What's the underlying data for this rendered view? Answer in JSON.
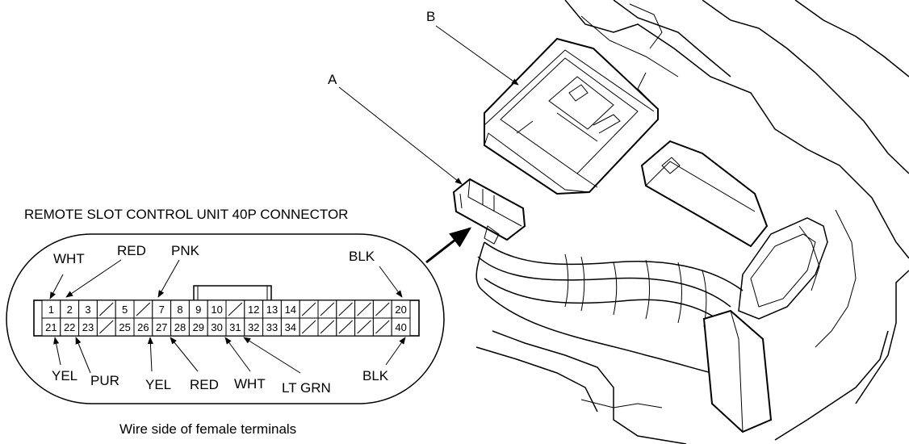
{
  "connector_title": "REMOTE SLOT CONTROL UNIT 40P CONNECTOR",
  "caption": "Wire side of female terminals",
  "callouts": {
    "a": "A",
    "b": "B"
  },
  "top_row": [
    "1",
    "2",
    "3",
    "",
    "5",
    "",
    "7",
    "8",
    "9",
    "10",
    "",
    "12",
    "13",
    "14",
    "",
    "",
    "",
    "",
    "",
    "20"
  ],
  "bottom_row": [
    "21",
    "22",
    "23",
    "",
    "25",
    "26",
    "27",
    "28",
    "29",
    "30",
    "31",
    "32",
    "33",
    "34",
    "",
    "",
    "",
    "",
    "",
    "40"
  ],
  "wire_labels": {
    "wht_top": "WHT",
    "red_top": "RED",
    "pnk": "PNK",
    "blk_top": "BLK",
    "yel_left": "YEL",
    "pur": "PUR",
    "yel_mid": "YEL",
    "red_bottom": "RED",
    "wht_bottom": "WHT",
    "lt_grn": "LT GRN",
    "blk_bottom": "BLK"
  }
}
